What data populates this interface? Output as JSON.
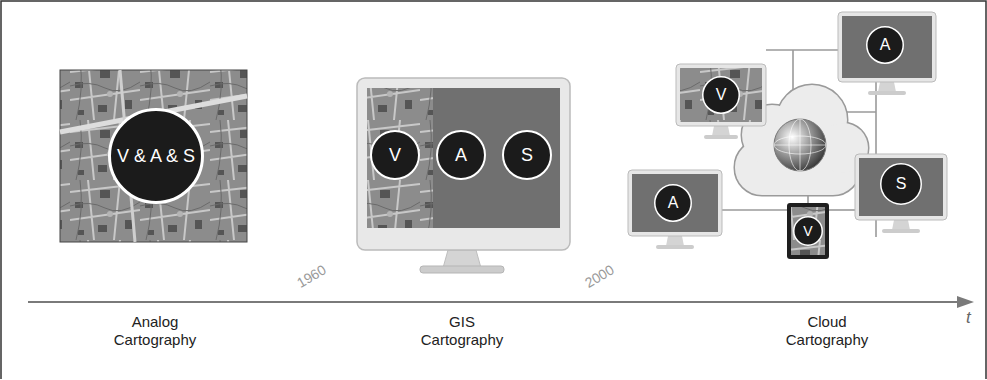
{
  "diagram": {
    "nodes": [
      {
        "text": [
          "V & A & S"
        ]
      },
      {
        "text": [
          "V"
        ]
      },
      {
        "text": [
          "A"
        ]
      },
      {
        "text": [
          "S"
        ]
      },
      {
        "text": [
          "A"
        ]
      },
      {
        "text": [
          "V"
        ]
      },
      {
        "text": [
          "S"
        ]
      },
      {
        "text": [
          "A"
        ]
      },
      {
        "text": [
          "V"
        ]
      }
    ],
    "labels": [
      "1960",
      "2000",
      "Analog Cartography",
      "GIS Cartography",
      "Cloud Cartography",
      "t"
    ]
  }
}
